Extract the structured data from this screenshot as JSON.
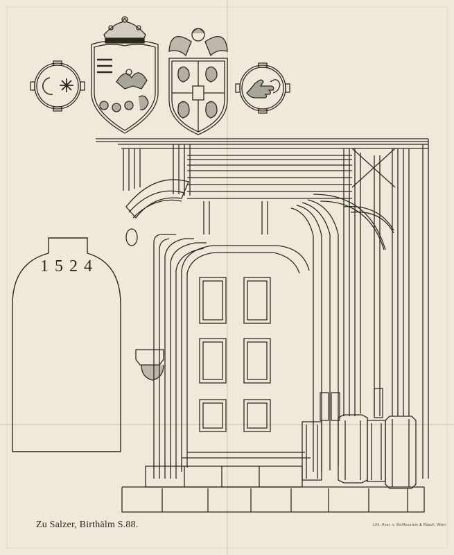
{
  "plate": {
    "date_inscription": "1524",
    "caption": "Zu Salzer, Birthälm S.88.",
    "printer_mark": "Lith. Anst. v. Reiffenstein & Rösch, Wien"
  },
  "colors": {
    "paper": "#efe9da",
    "ink": "#2c2820",
    "fold": "#d9d1bd"
  },
  "icons": [
    "crescent-star-roundel",
    "crowned-eagle-shield",
    "angel-quartered-shield",
    "hand-roundel"
  ]
}
